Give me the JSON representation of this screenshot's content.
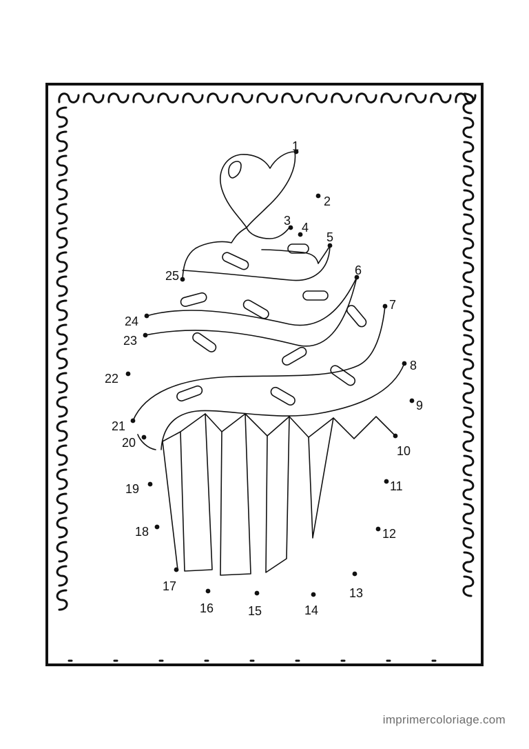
{
  "page": {
    "watermark": "imprimercoloriage.com"
  },
  "puzzle": {
    "subject": "cupcake",
    "dot_labels": [
      "1",
      "2",
      "3",
      "4",
      "5",
      "6",
      "7",
      "8",
      "9",
      "10",
      "11",
      "12",
      "13",
      "14",
      "15",
      "16",
      "17",
      "18",
      "19",
      "20",
      "21",
      "22",
      "23",
      "24",
      "25"
    ]
  },
  "colors": {
    "ink": "#111111",
    "paper": "#ffffff",
    "watermark": "#6d6d6d"
  }
}
